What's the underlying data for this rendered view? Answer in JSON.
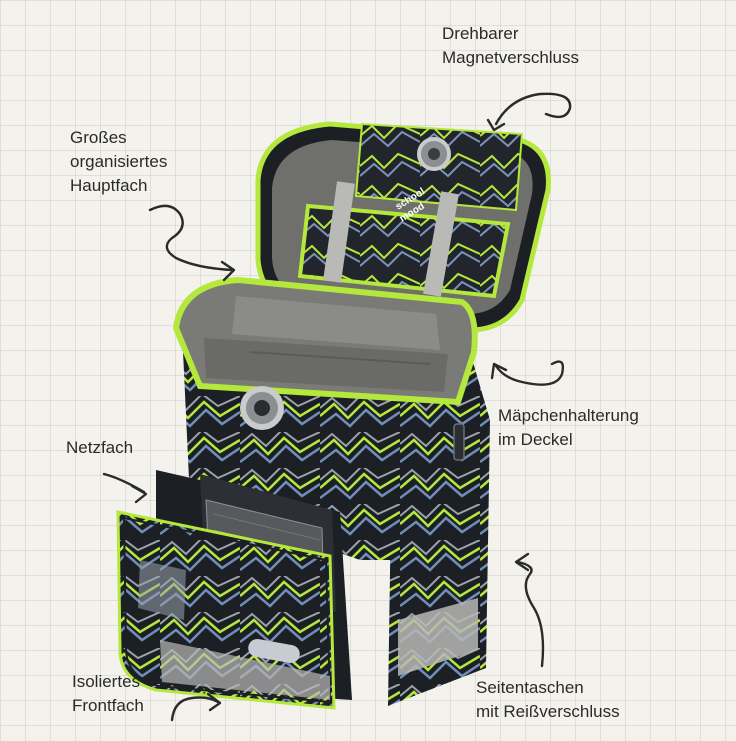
{
  "annotations": {
    "magnet": [
      "Drehbarer",
      "Magnetverschluss"
    ],
    "main": [
      "Großes",
      "organisiertes",
      "Hauptfach"
    ],
    "pencil": [
      "Mäpchenhalterung",
      "im Deckel"
    ],
    "net": [
      "Netzfach"
    ],
    "front": [
      "Isoliertes",
      "Frontfach"
    ],
    "side": [
      "Seitentaschen",
      "mit Reißverschluss"
    ]
  },
  "bag": {
    "brand_text": [
      "school",
      "mood"
    ],
    "colors": {
      "body": "#1c1f24",
      "accent": "#b4e83c",
      "lining": "#8a8a86",
      "strap": "#b9b9b6",
      "pattern_blue": "#6f8fb8",
      "pattern_grey": "#9aa3ad"
    }
  }
}
